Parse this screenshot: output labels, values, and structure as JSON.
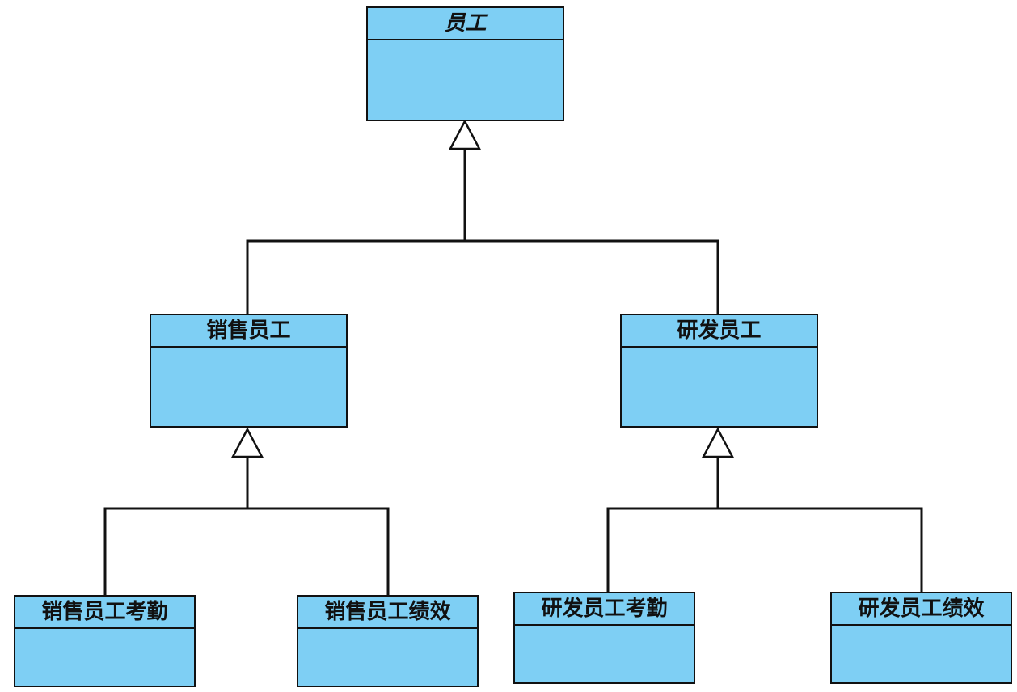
{
  "diagram": {
    "type": "uml-class-inheritance",
    "colors": {
      "class_fill": "#7ecff4",
      "stroke": "#111111",
      "background": "#ffffff"
    },
    "classes": {
      "employee": {
        "name": "员工",
        "abstract": true
      },
      "sales_employee": {
        "name": "销售员工"
      },
      "rd_employee": {
        "name": "研发员工"
      },
      "sales_attendance": {
        "name": "销售员工考勤"
      },
      "sales_performance": {
        "name": "销售员工绩效"
      },
      "rd_attendance": {
        "name": "研发员工考勤"
      },
      "rd_performance": {
        "name": "研发员工绩效"
      }
    },
    "generalizations": [
      {
        "child": "sales_employee",
        "parent": "employee"
      },
      {
        "child": "rd_employee",
        "parent": "employee"
      },
      {
        "child": "sales_attendance",
        "parent": "sales_employee"
      },
      {
        "child": "sales_performance",
        "parent": "sales_employee"
      },
      {
        "child": "rd_attendance",
        "parent": "rd_employee"
      },
      {
        "child": "rd_performance",
        "parent": "rd_employee"
      }
    ]
  }
}
